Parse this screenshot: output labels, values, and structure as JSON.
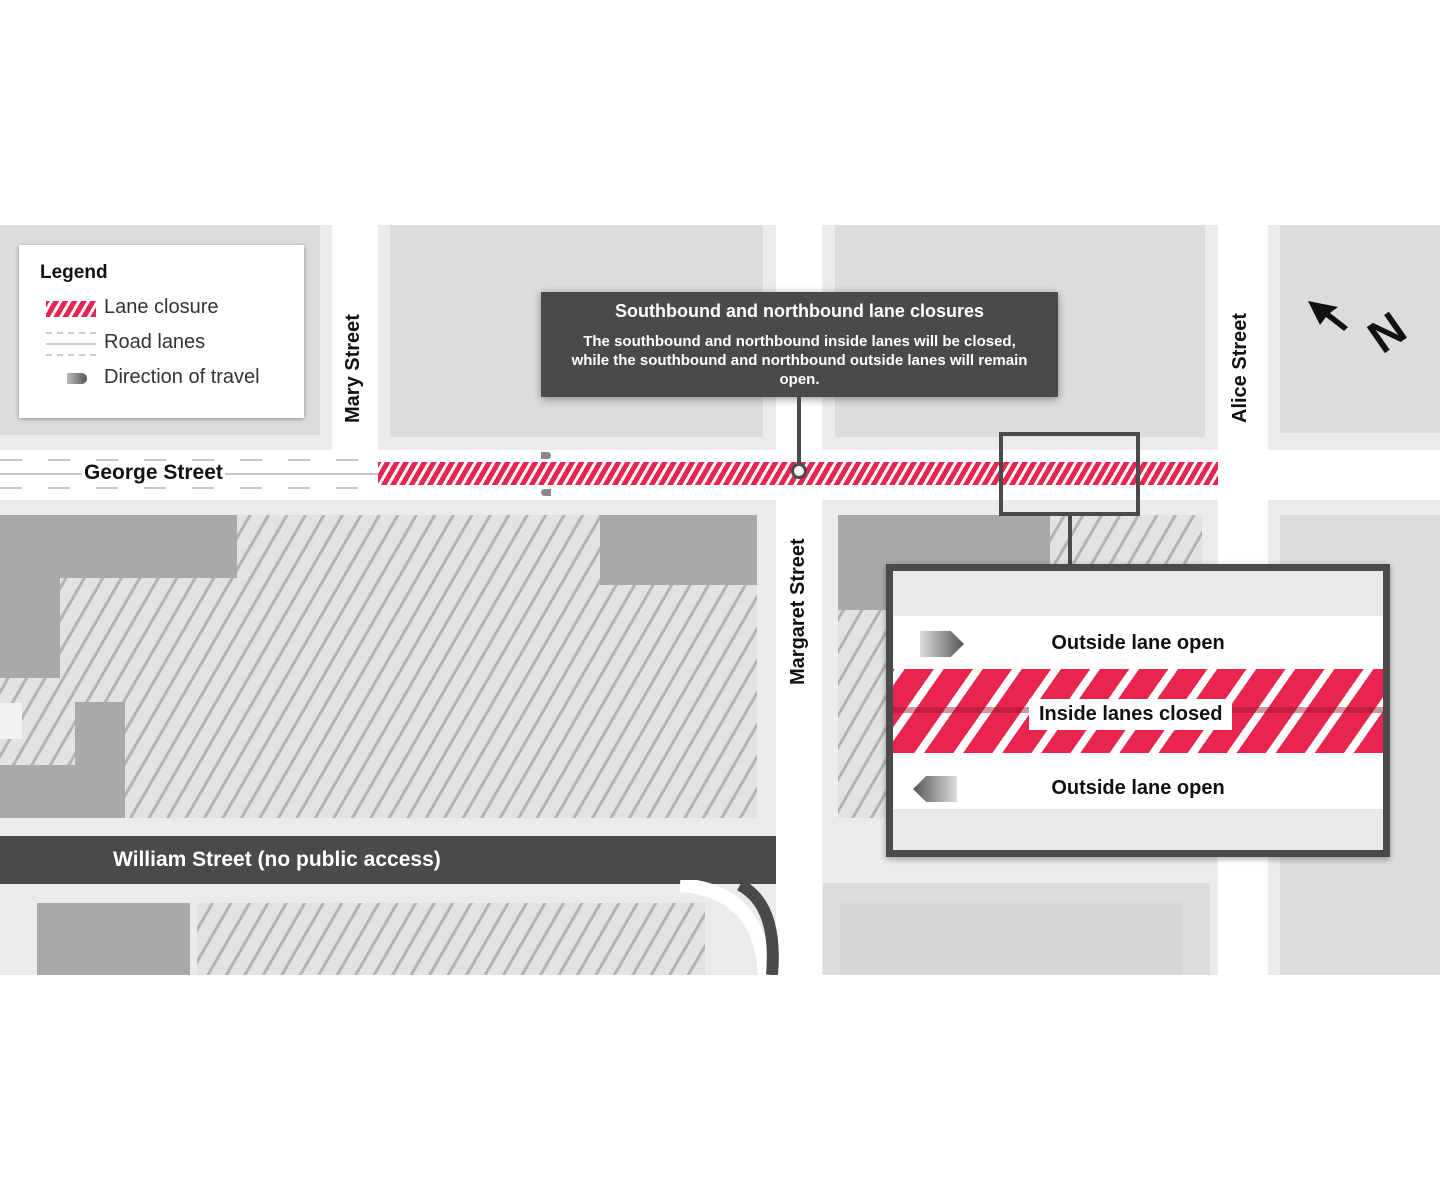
{
  "legend": {
    "title": "Legend",
    "items": [
      {
        "label": "Lane closure",
        "icon": "lane-closure-swatch"
      },
      {
        "label": "Road lanes",
        "icon": "road-lanes-swatch"
      },
      {
        "label": "Direction of travel",
        "icon": "direction-arrow"
      }
    ]
  },
  "streets": {
    "george": "George Street",
    "mary": "Mary Street",
    "margaret": "Margaret Street",
    "alice": "Alice Street",
    "william": "William Street (no public access)"
  },
  "callout": {
    "title": "Southbound and northbound lane closures",
    "body": "The southbound and northbound inside lanes will be closed, while the southbound and northbound outside lanes will remain open."
  },
  "inset": {
    "top_lane": "Outside lane open",
    "middle": "Inside lanes closed",
    "bottom_lane": "Outside lane open"
  },
  "compass": {
    "letter": "N"
  },
  "colors": {
    "closure": "#e8254f",
    "dark": "#4a4a4b",
    "block": "#dcdcdd"
  }
}
